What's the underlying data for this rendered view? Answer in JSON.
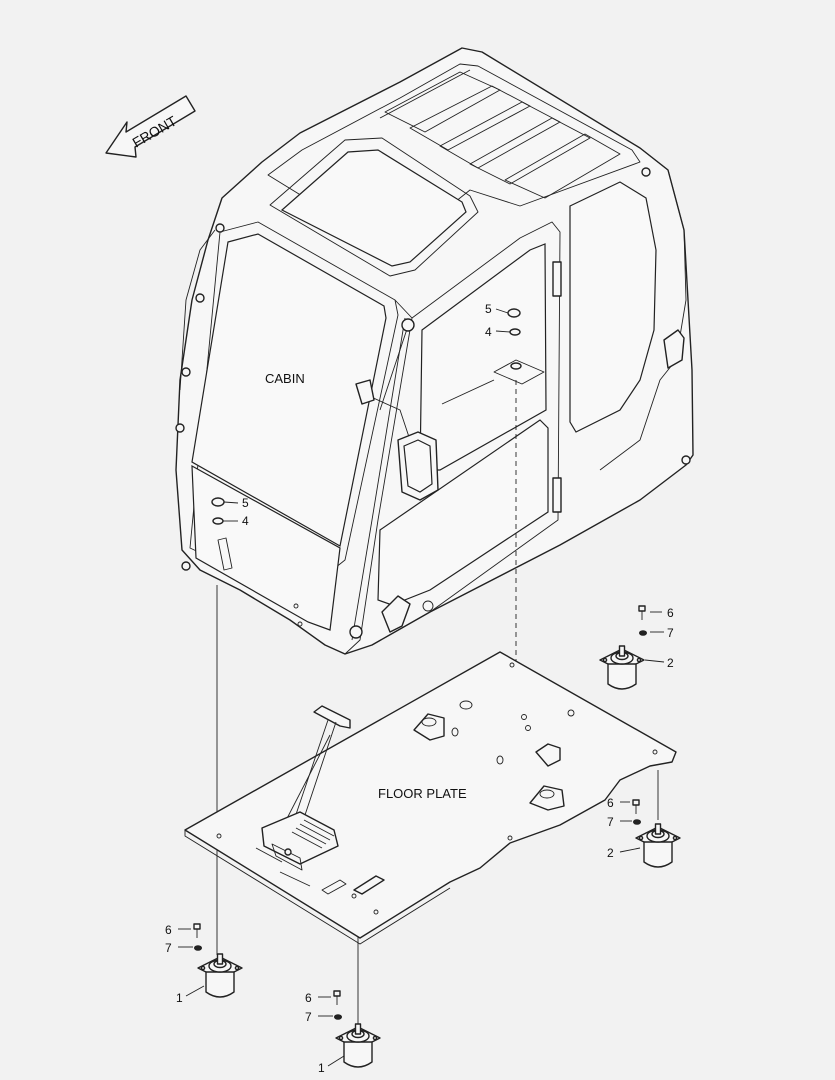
{
  "labels": {
    "front": "FRONT",
    "cabin": "CABIN",
    "floor_plate": "FLOOR PLATE"
  },
  "callouts": {
    "c1a": "1",
    "c1b": "1",
    "c2a": "2",
    "c2b": "2",
    "c4a": "4",
    "c4b": "4",
    "c5a": "5",
    "c5b": "5",
    "c6a": "6",
    "c6b": "6",
    "c6c": "6",
    "c6d": "6",
    "c7a": "7",
    "c7b": "7",
    "c7c": "7",
    "c7d": "7"
  }
}
